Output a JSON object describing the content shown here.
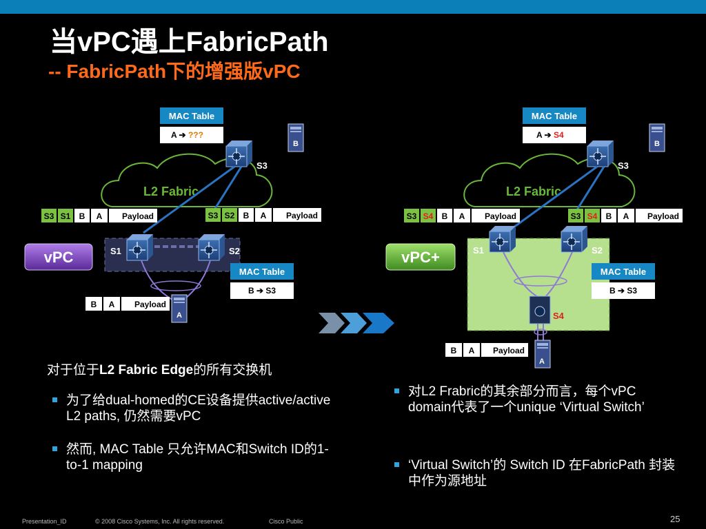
{
  "slide": {
    "title": "当vPC遇上FabricPath",
    "subtitle": "-- FabricPath下的增强版vPC"
  },
  "left_diagram": {
    "mac_table_top": {
      "header": "MAC Table",
      "entry": "A ➔ ",
      "entry_value": "???"
    },
    "mac_table_bottom": {
      "header": "MAC Table",
      "entry": "B ➔ S3"
    },
    "fabric_label": "L2 Fabric",
    "vpc_label": "vPC",
    "switches": {
      "s3": "S3",
      "s1": "S1",
      "s2": "S2"
    },
    "hosts": {
      "b": "B",
      "a": "A"
    },
    "frame_s1": [
      "S3",
      "S1",
      "B",
      "A",
      "Payload"
    ],
    "frame_s2": [
      "S3",
      "S2",
      "B",
      "A",
      "Payload"
    ],
    "frame_host": [
      "B",
      "A",
      "Payload"
    ]
  },
  "right_diagram": {
    "mac_table_top": {
      "header": "MAC Table",
      "entry": "A ➔ ",
      "entry_value": "S4"
    },
    "mac_table_bottom": {
      "header": "MAC Table",
      "entry": "B ➔ S3"
    },
    "fabric_label": "L2 Fabric",
    "vpc_label": "vPC+",
    "switches": {
      "s3": "S3",
      "s1": "S1",
      "s2": "S2",
      "s4": "S4"
    },
    "hosts": {
      "b": "B",
      "a": "A"
    },
    "frame_s1": [
      "S3",
      "S4",
      "B",
      "A",
      "Payload"
    ],
    "frame_s2": [
      "S3",
      "S4",
      "B",
      "A",
      "Payload"
    ],
    "frame_host": [
      "B",
      "A",
      "Payload"
    ]
  },
  "left_text": {
    "heading_prefix": "对于位于",
    "heading_bold": "L2 Fabric Edge",
    "heading_suffix": "的所有交换机",
    "bullets": [
      "为了给dual-homed的CE设备提供active/active L2 paths, 仍然需要vPC",
      "然而, MAC Table 只允许MAC和Switch ID的1-to-1 mapping"
    ]
  },
  "right_text": {
    "bullets": [
      "对L2 Frabric的其余部分而言，每个vPC domain代表了一个unique ‘Virtual Switch’",
      "‘Virtual Switch’的 Switch ID 在FabricPath 封装中作为源地址"
    ]
  },
  "footer": {
    "id": "Presentation_ID",
    "copyright": "© 2008 Cisco Systems, Inc. All rights reserved.",
    "classification": "Cisco Public",
    "page": "25"
  },
  "colors": {
    "accent_blue": "#1788c4",
    "title_orange": "#ff6a1a",
    "green_tag": "#7cc242",
    "red_value": "#e02020",
    "vpc_purple": "#7a3fb8"
  }
}
